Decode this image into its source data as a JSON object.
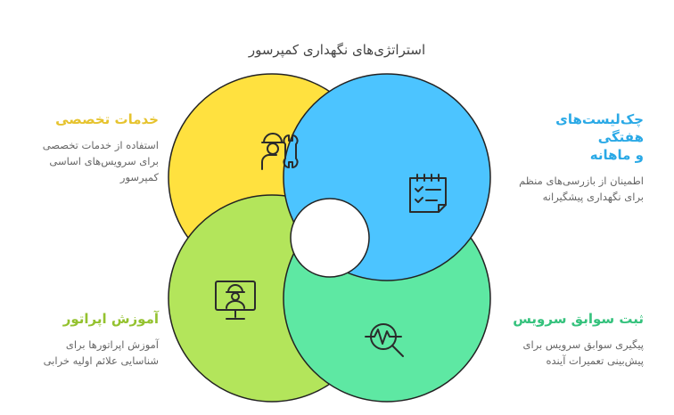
{
  "title": "استراتژی‌های نگهداری کمپرسور",
  "sections": [
    {
      "id": "expert",
      "heading": "خدمات تخصصی",
      "description_lines": [
        "استفاده از خدمات تخصصی",
        "برای سرویس‌های اساسی",
        "کمپرسور"
      ],
      "color": "#e6c32e",
      "fill": "#ffe13f",
      "icon": "engineer-wrench-icon"
    },
    {
      "id": "checklist",
      "heading_lines": [
        "چک‌لیست‌های هفتگی",
        "و ماهانه"
      ],
      "description_lines": [
        "اطمینان از بازرسی‌های منظم",
        "برای نگهداری پیشگیرانه"
      ],
      "color": "#2aa9e6",
      "fill": "#4cc4ff",
      "icon": "clipboard-checklist-icon"
    },
    {
      "id": "training",
      "heading": "آموزش اپراتور",
      "description_lines": [
        "آموزش اپراتورها برای",
        "شناسایی علائم اولیه خرابی"
      ],
      "color": "#94c22f",
      "fill": "#b3e55b",
      "icon": "operator-monitor-icon"
    },
    {
      "id": "records",
      "heading": "ثبت سوابق سرویس",
      "description_lines": [
        "پیگیری سوابق سرویس برای",
        "پیش‌بینی تعمیرات آینده"
      ],
      "color": "#35c27d",
      "fill": "#5ee8a3",
      "icon": "magnify-pulse-icon"
    }
  ]
}
